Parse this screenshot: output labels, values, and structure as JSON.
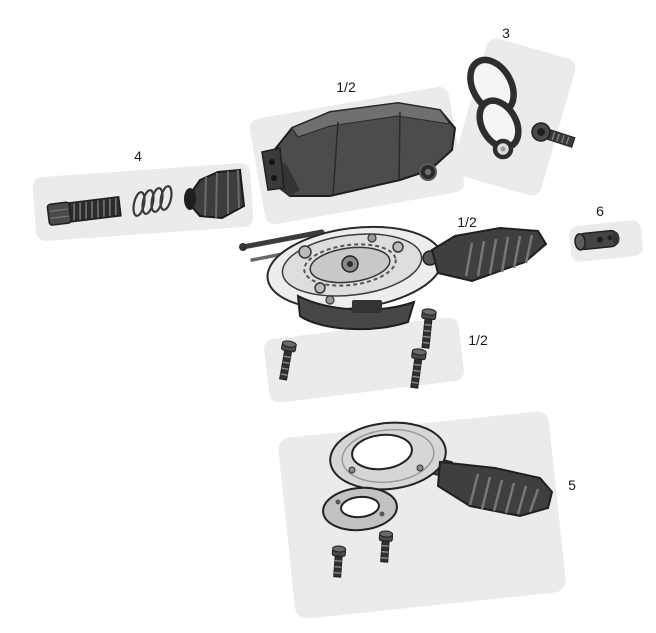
{
  "figure": {
    "type": "exploded-parts-diagram",
    "background": "#ffffff",
    "panel_color": "#ebebeb",
    "part_dark": "#3f3f3f",
    "outline": "#1f1f1f",
    "labels": [
      {
        "id": "group-3-clamp",
        "text": "3"
      },
      {
        "id": "group-1-2-cover",
        "text": "1/2"
      },
      {
        "id": "group-4-cable-adjuster",
        "text": "4"
      },
      {
        "id": "group-1-2-mechanism",
        "text": "1/2"
      },
      {
        "id": "group-6-barrel",
        "text": "6"
      },
      {
        "id": "group-1-2-screws",
        "text": "1/2"
      },
      {
        "id": "group-5-clamp-mount",
        "text": "5"
      }
    ]
  }
}
